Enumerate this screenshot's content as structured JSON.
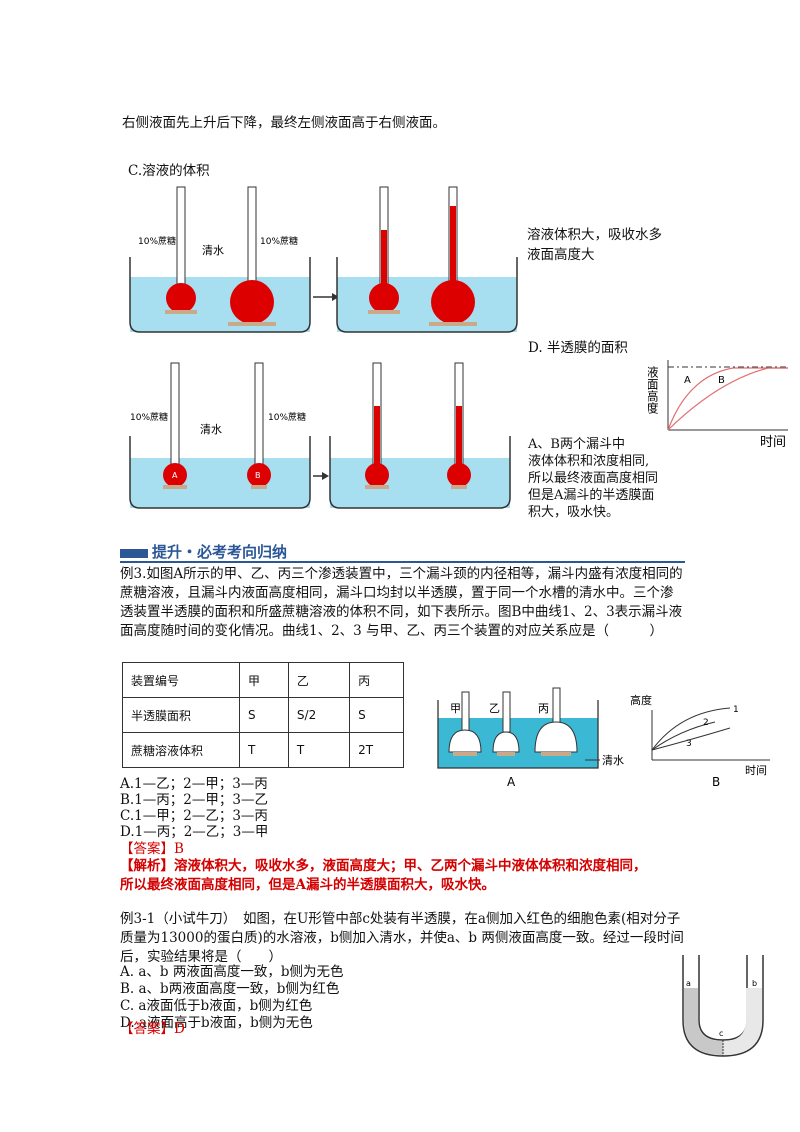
{
  "intro_line": "右侧液面先上升后下降，最终左侧液面高于右侧液面。",
  "sectionC": {
    "heading": "C.溶液的体积",
    "label_sucrose": "10%蔗糖",
    "label_water": "清水",
    "note_line1": "溶液体积大，吸收水多",
    "note_line2": "液面高度大"
  },
  "sectionD": {
    "heading": "D. 半透膜的面积",
    "label_sucrose": "10%蔗糖",
    "label_water": "清水",
    "funnel_a": "A",
    "funnel_b": "B",
    "graph": {
      "ylabel": "液面高度",
      "xlabel": "时间",
      "curve_a": "A",
      "curve_b": "B"
    },
    "note_lines": [
      "A、B两个漏斗中",
      "液体体积和浓度相同,",
      "所以最终液面高度相同",
      "但是A漏斗的半透膜面",
      "积大，吸水快。"
    ]
  },
  "banner": "提升・必考考向归纳",
  "example3": {
    "text": "例3.如图A所示的甲、乙、丙三个渗透装置中，三个漏斗颈的内径相等，漏斗内盛有浓度相同的蔗糖溶液，且漏斗内液面高度相同，漏斗口均封以半透膜，置于同一个水槽的清水中。三个渗透装置半透膜的面积和所盛蔗糖溶液的体积不同，如下表所示。图B中曲线1、2、3表示漏斗液面高度随时间的变化情况。曲线1、2、3 与甲、乙、丙三个装置的对应关系应是（　　　）",
    "table": {
      "header": [
        "装置编号",
        "甲",
        "乙",
        "丙"
      ],
      "rows": [
        [
          "半透膜面积",
          "S",
          "S/2",
          "S"
        ],
        [
          "蔗糖溶液体积",
          "T",
          "T",
          "2T"
        ]
      ]
    },
    "figA": {
      "jia": "甲",
      "yi": "乙",
      "bing": "丙",
      "water": "清水",
      "caption": "A"
    },
    "figB": {
      "ylabel": "高度",
      "xlabel": "时间",
      "c1": "1",
      "c2": "2",
      "c3": "3",
      "caption": "B"
    },
    "options": [
      "A.1—乙；2—甲；3—丙",
      "B.1—丙；2—甲；3—乙",
      "C.1—甲；2—乙；3—丙",
      "D.1—丙；2—乙；3—甲"
    ],
    "answer": "【答案】B",
    "analysis_line1": "【解析】溶液体积大，吸收水多，液面高度大；甲、乙两个漏斗中液体体积和浓度相同，",
    "analysis_line2": "所以最终液面高度相同，但是A漏斗的半透膜面积大，吸水快。"
  },
  "example31": {
    "text": "例3-1（小试牛刀）　如图，在U形管中部c处装有半透膜，在a侧加入红色的细胞色素(相对分子质量为13000的蛋白质)的水溶液，b侧加入清水，并使a、b 两侧液面高度一致。经过一段时间后，实验结果将是（　　）",
    "options": [
      "A. a、b 两液面高度一致，b侧为无色",
      "B. a、b两液面高度一致，b侧为红色",
      "C. a液面低于b液面，b侧为红色",
      "D. a液面高于b液面，b侧为无色"
    ],
    "answer": "【答案】D",
    "utube": {
      "a": "a",
      "b": "b",
      "c": "c"
    }
  }
}
